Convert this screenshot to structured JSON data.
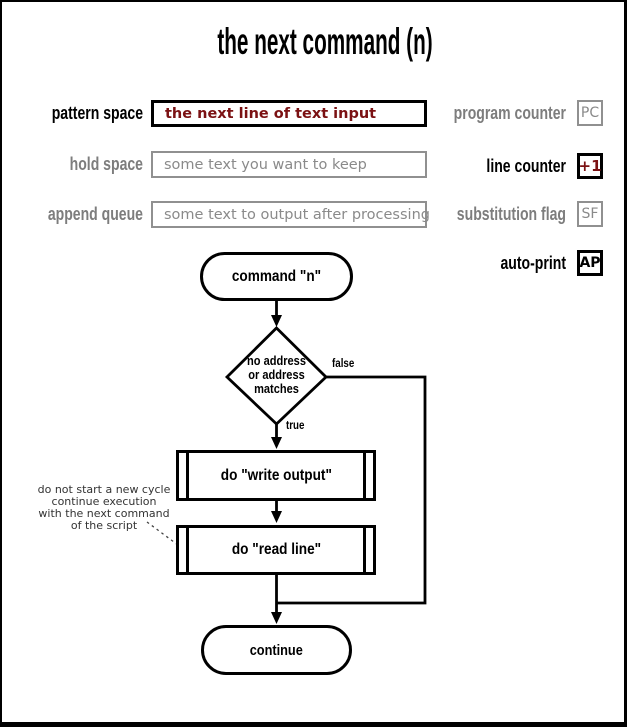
{
  "title": "the next command (n)",
  "memory": {
    "rows": [
      {
        "label": "pattern space",
        "value": "the next line of text input"
      },
      {
        "label": "hold space",
        "value": "some text you want to keep"
      },
      {
        "label": "append queue",
        "value": "some text to output after processing"
      }
    ]
  },
  "registers": {
    "rows": [
      {
        "label": "program counter",
        "value": "PC"
      },
      {
        "label": "line counter",
        "value": "+1"
      },
      {
        "label": "substitution flag",
        "value": "SF"
      },
      {
        "label": "auto-print",
        "value": "AP"
      }
    ]
  },
  "flowchart": {
    "start_label": "command \"n\"",
    "decision": {
      "line1": "no address",
      "line2": "or address",
      "line3": "matches"
    },
    "false_label": "false",
    "true_label": "true",
    "process1_label": "do \"write output\"",
    "process2_label": "do \"read line\"",
    "end_label": "continue",
    "annotation": {
      "line1": "do not start a new cycle",
      "line2": "continue execution",
      "line3": "with the next command",
      "line4": "of the script"
    }
  },
  "colors": {
    "accent_red": "#7b1113",
    "muted_gray": "#7d7d7d",
    "muted_border": "#909090",
    "line_black": "#000000"
  }
}
